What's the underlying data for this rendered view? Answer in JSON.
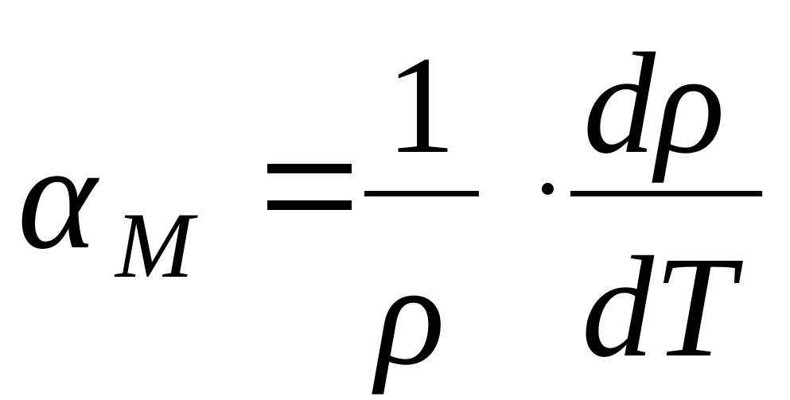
{
  "formula": {
    "lhs": {
      "symbol": "α",
      "subscript": "M"
    },
    "equals": "=",
    "fraction1": {
      "numerator": "1",
      "denominator": "ρ"
    },
    "operator": "·",
    "fraction2": {
      "numerator": "dρ",
      "denominator": "dT"
    }
  }
}
